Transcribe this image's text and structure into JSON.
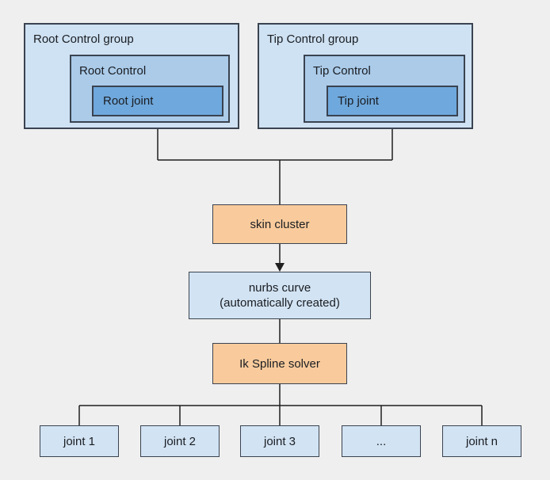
{
  "colors": {
    "background": "#efefef",
    "group_fill": "#cfe2f3",
    "control_fill": "#abcbe9",
    "joint_fill": "#6fa8dc",
    "flow_blue_fill": "#d2e3f3",
    "orange_fill": "#f9cb9c",
    "border": "#3a4350",
    "line": "#1f1f1f",
    "text": "#1a1d22"
  },
  "groups": {
    "root": {
      "group_label": "Root Control group",
      "control_label": "Root Control",
      "joint_label": "Root joint"
    },
    "tip": {
      "group_label": "Tip Control group",
      "control_label": "Tip Control",
      "joint_label": "Tip joint"
    }
  },
  "flow": {
    "skin_cluster": "skin cluster",
    "nurbs_curve_line1": "nurbs curve",
    "nurbs_curve_line2": "(automatically created)",
    "ik_solver": "Ik Spline solver"
  },
  "joints": [
    {
      "label": "joint 1"
    },
    {
      "label": "joint 2"
    },
    {
      "label": "joint 3"
    },
    {
      "label": "..."
    },
    {
      "label": "joint n"
    }
  ]
}
